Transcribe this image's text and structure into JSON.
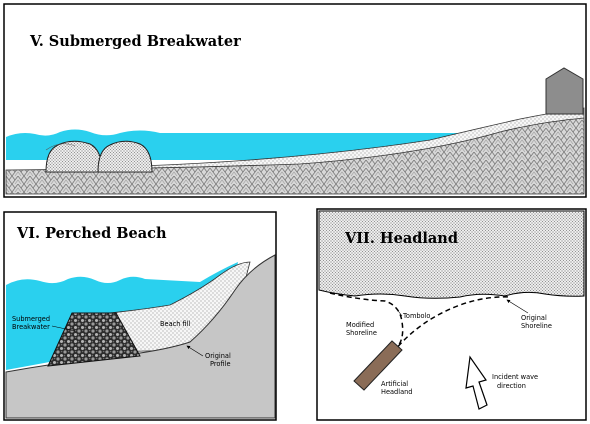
{
  "panels": {
    "breakwater": {
      "title": "V. Submerged Breakwater"
    },
    "perched": {
      "title": "VI. Perched Beach",
      "labels": {
        "submerged_1": "Submerged",
        "submerged_2": "Breakwater",
        "beach_fill": "Beach fill",
        "original_1": "Original",
        "original_2": "Profile"
      }
    },
    "headland": {
      "title": "VII. Headland",
      "labels": {
        "modified_1": "Modified",
        "modified_2": "Shoreline",
        "tombolo": "Tombolo",
        "original_1": "Original",
        "original_2": "Shoreline",
        "artificial_1": "Artificial",
        "artificial_2": "Headland",
        "incident_1": "Incident wave",
        "incident_2": "direction"
      }
    }
  },
  "colors": {
    "water": "#2ad0ee",
    "rock": "#8f8f8f",
    "cliff": "#c6c6c6",
    "sand": "#f7f7f7"
  }
}
